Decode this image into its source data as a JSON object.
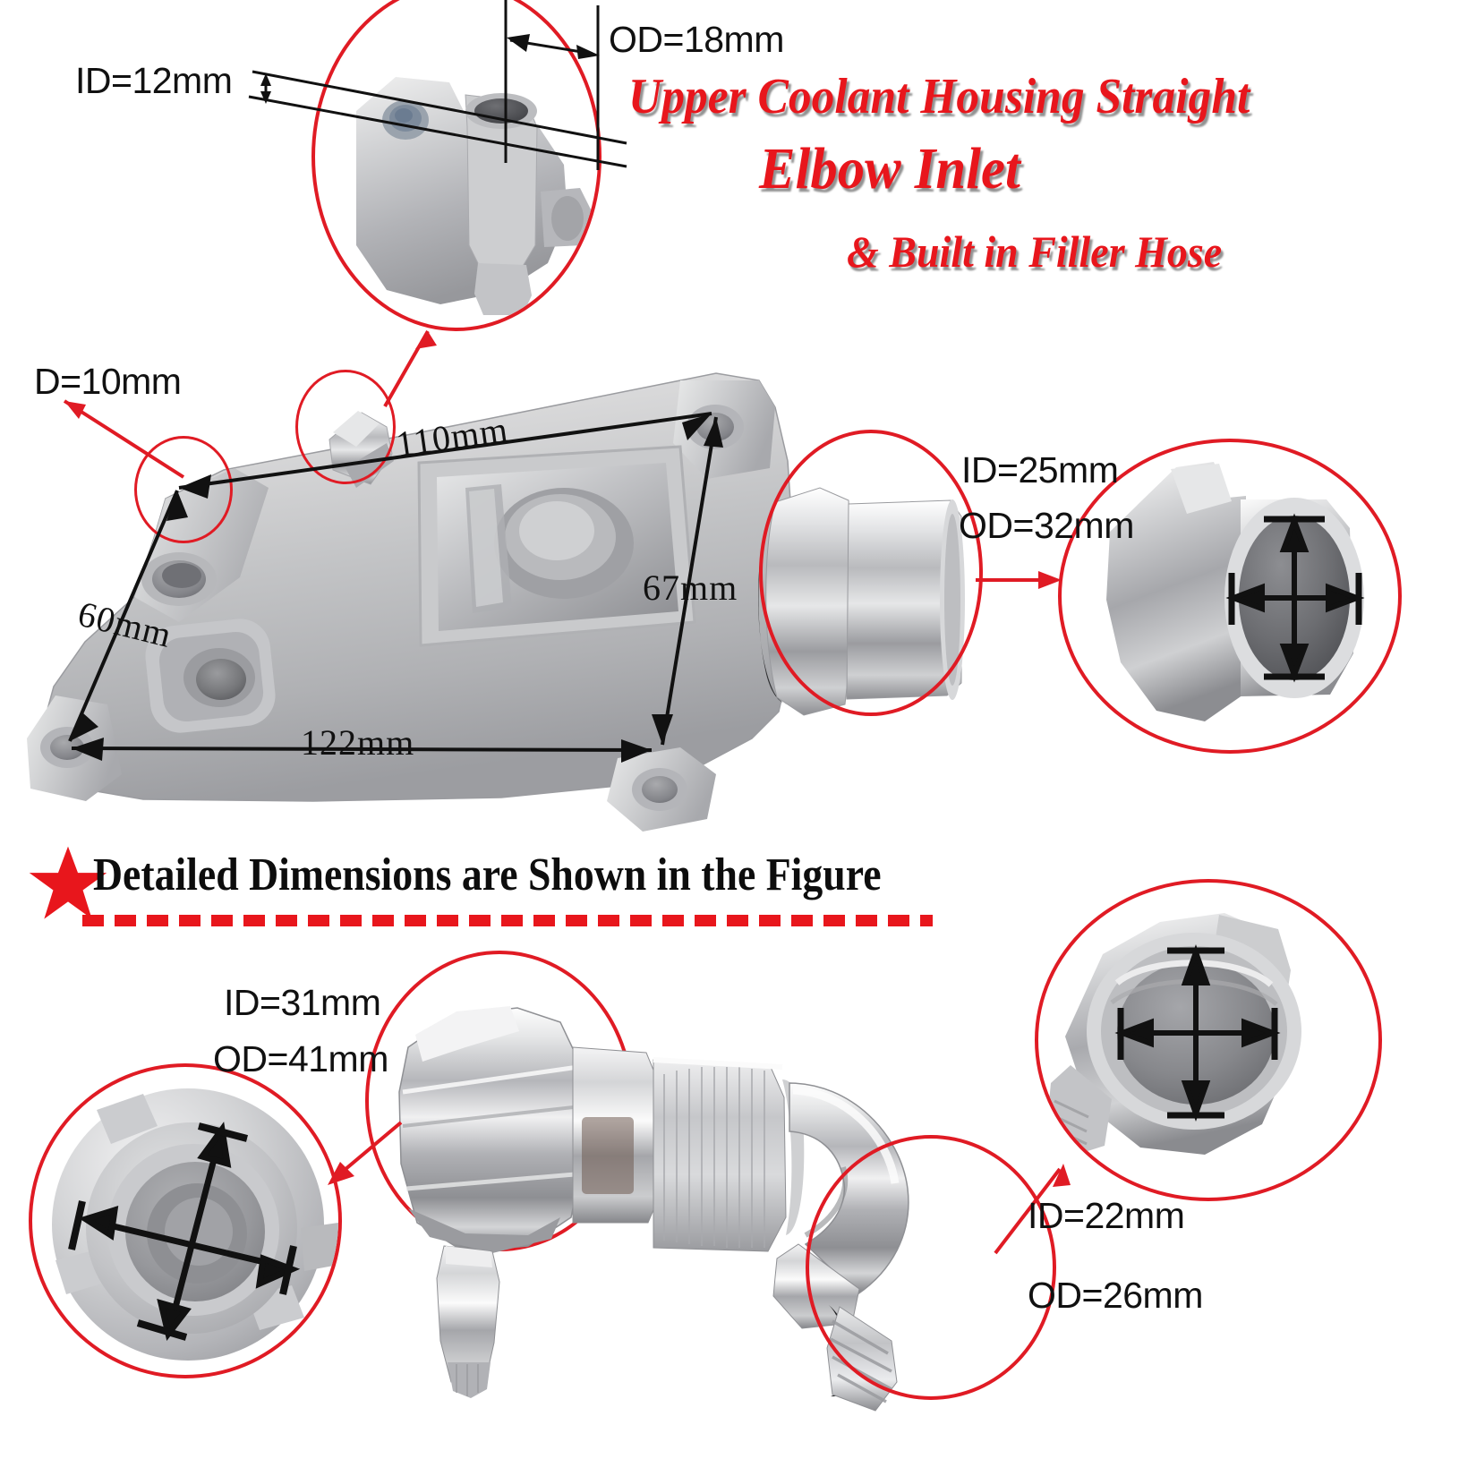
{
  "title": {
    "line1": "Upper Coolant Housing Straight",
    "line2": "Elbow Inlet",
    "line3": "& Built in Filler Hose",
    "color": "#e8161c",
    "shadow_color": "#6e6e6e"
  },
  "banner": {
    "text": "Detailed Dimensions are Shown in the Figure",
    "star_icon": "star-icon",
    "star_color": "#e8161c",
    "rule_color": "#e8161c",
    "rule_style": "dashed"
  },
  "annotation_color": "#e01b24",
  "top_section": {
    "labels": [
      {
        "id": "id-12",
        "text": "ID=12mm",
        "font": "sans"
      },
      {
        "id": "od-18",
        "text": "OD=18mm",
        "font": "sans"
      },
      {
        "id": "d-10",
        "text": "D=10mm",
        "font": "sans"
      },
      {
        "id": "len-110",
        "text": "110mm",
        "font": "serif"
      },
      {
        "id": "len-67",
        "text": "67mm",
        "font": "serif"
      },
      {
        "id": "len-60",
        "text": "60mm",
        "font": "serif"
      },
      {
        "id": "len-122",
        "text": "122mm",
        "font": "serif"
      },
      {
        "id": "id-25",
        "text": "ID=25mm",
        "font": "sans"
      },
      {
        "id": "od-32",
        "text": "OD=32mm",
        "font": "sans"
      }
    ]
  },
  "bottom_section": {
    "labels": [
      {
        "id": "id-31",
        "text": "ID=31mm",
        "font": "sans"
      },
      {
        "id": "od-41",
        "text": "OD=41mm",
        "font": "sans"
      },
      {
        "id": "id-22",
        "text": "ID=22mm",
        "font": "sans"
      },
      {
        "id": "od-26",
        "text": "OD=26mm",
        "font": "sans"
      }
    ]
  },
  "parts": {
    "housing": "upper-coolant-housing-body",
    "outlet_neck": "coolant-outlet-neck",
    "filler_nipple": "small-filler-nipple",
    "elbow": "elbow-inlet-fitting",
    "thread_port": "threaded-port"
  }
}
